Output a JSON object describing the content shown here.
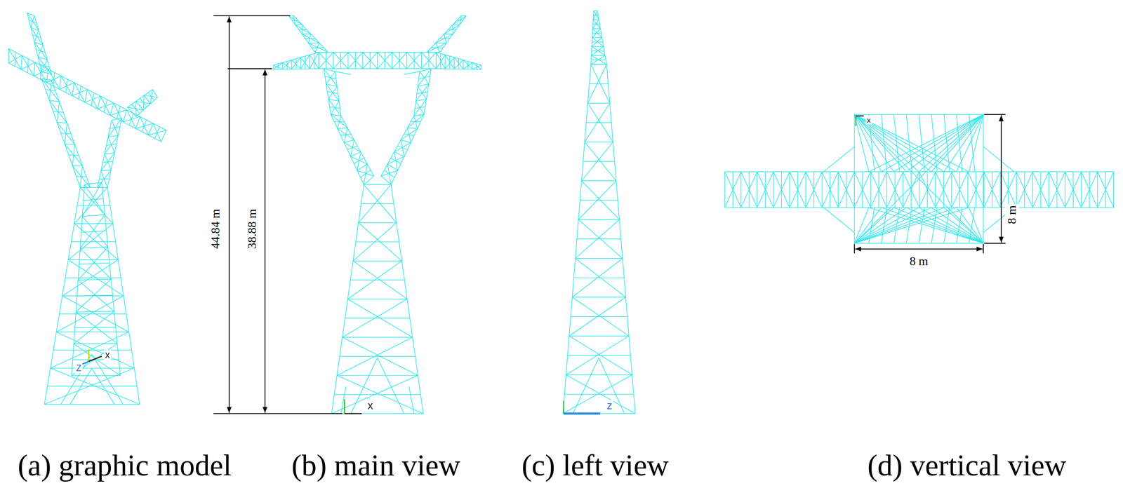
{
  "diagram": {
    "labels": [
      "Z",
      "x",
      "44.84 m",
      "38.88 m",
      "x",
      "z",
      "x",
      "8 m",
      "8 m",
      "(a) graphic model",
      "(b) main view",
      "(c) left view",
      "(d) vertical view"
    ]
  }
}
